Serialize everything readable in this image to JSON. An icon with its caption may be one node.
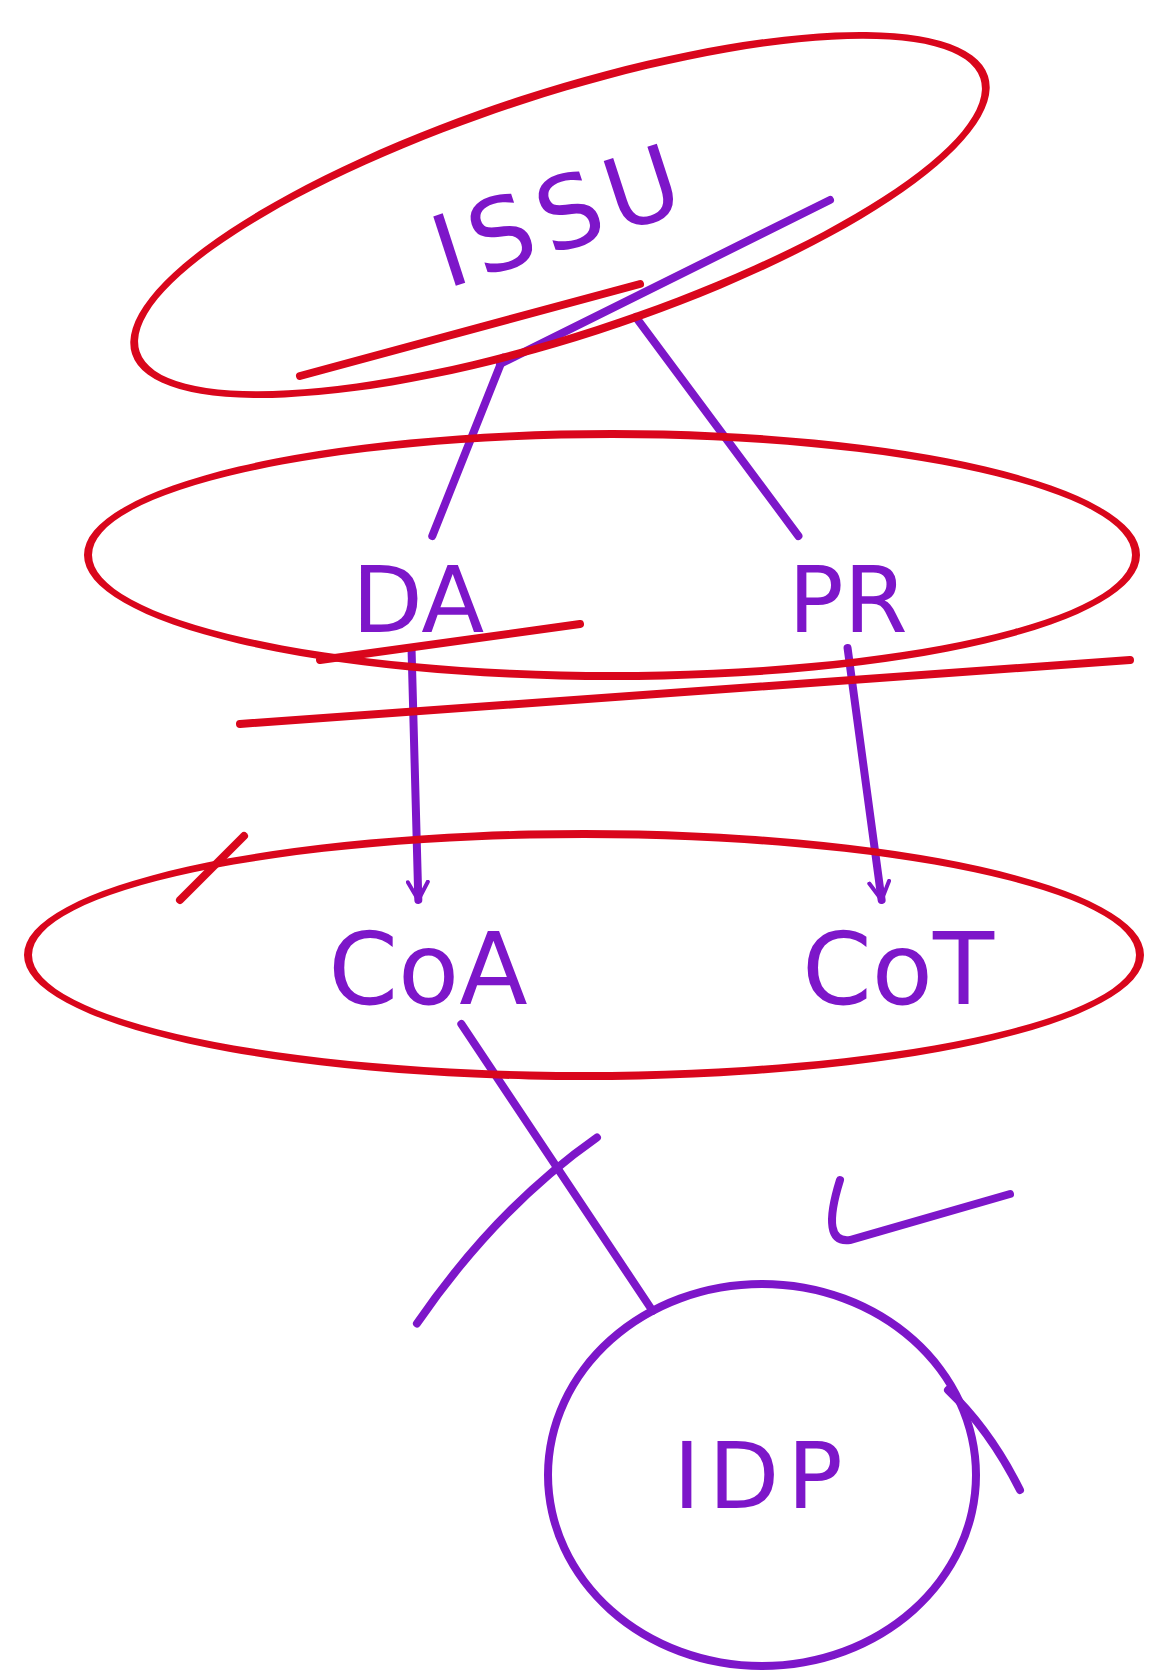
{
  "diagram": {
    "nodes": [
      {
        "text": [
          "ISSU"
        ]
      },
      {
        "text": [],
        "shape": "ellipse"
      },
      {
        "text": [
          "DA"
        ],
        "in": 1
      },
      {
        "text": [
          "PR"
        ],
        "in": 1
      },
      {
        "text": [],
        "shape": "ellipse"
      },
      {
        "text": [
          "CoA"
        ],
        "in": 4
      },
      {
        "text": [
          "CoT"
        ],
        "in": 4
      },
      {
        "text": [
          "IDP"
        ]
      }
    ],
    "edges": [
      {
        "from": 2,
        "to": 0,
        "arrow": "none"
      },
      {
        "from": 3,
        "to": 0,
        "arrow": "none"
      },
      {
        "from": 2,
        "to": 5,
        "arrow": "to"
      },
      {
        "from": 3,
        "to": 6,
        "arrow": "to"
      },
      {
        "from": 5,
        "to": 7,
        "arrow": "none"
      }
    ]
  }
}
